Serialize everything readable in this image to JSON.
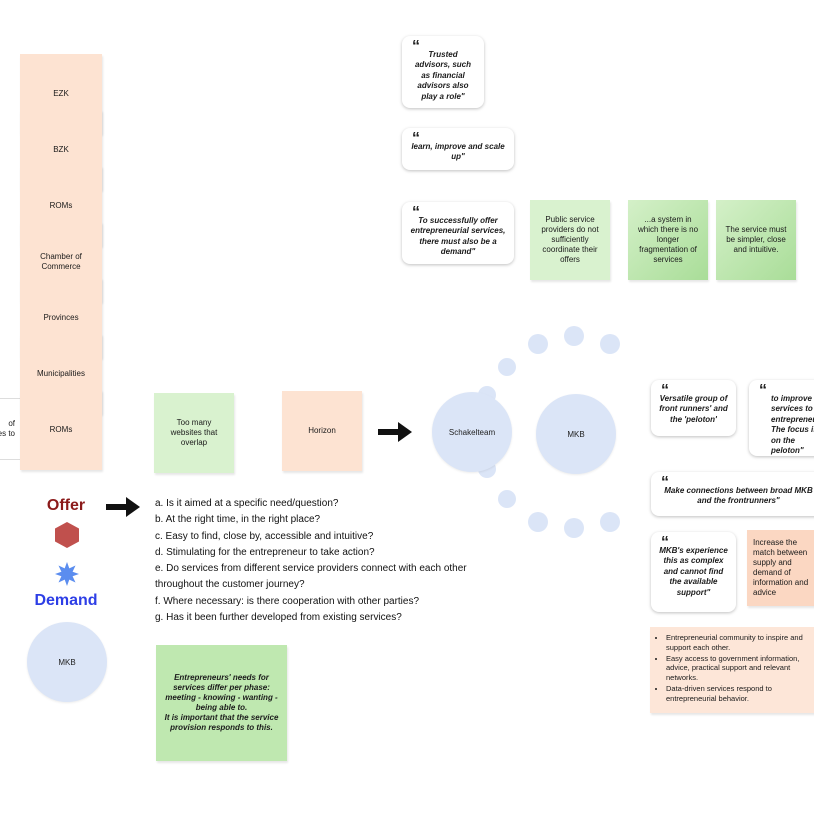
{
  "left_stack": [
    "EZK",
    "BZK",
    "ROMs",
    "Chamber of Commerce",
    "Provinces",
    "Municipalities",
    "ROMs"
  ],
  "edge_card_text": "of\nes to",
  "quotes_top": [
    "Trusted advisors, such as financial advisors also play a role\"",
    "learn, improve and scale up\"",
    "To successfully offer entrepreneurial services, there must also be a demand\""
  ],
  "green_notes": [
    "Public service providers do not sufficiently coordinate their offers",
    "...a system in which there is no longer fragmentation of services",
    "The service must be simpler, close and intuitive."
  ],
  "flow": {
    "note_too_many": "Too many websites that overlap",
    "note_horizon": "Horizon",
    "circle_schakelteam": "Schakelteam",
    "circle_mkb": "MKB"
  },
  "legend": {
    "offer": "Offer",
    "demand": "Demand",
    "circle_mkb": "MKB",
    "offer_color": "#c0504d",
    "demand_color": "#5b8def"
  },
  "questions": [
    "a. Is it aimed at a specific need/question?",
    "b. At the right time, in the right place?",
    "c. Easy to find, close by, accessible and intuitive?",
    "d. Stimulating for the entrepreneur to take action?",
    "e. Do services from different service providers connect with each other",
    "throughout the customer journey?",
    "f. Where necessary: is there cooperation with other parties?",
    "g. Has it been further developed from existing services?"
  ],
  "needs_note": "Entrepreneurs' needs for services differ per phase: meeting - knowing - wanting - being able to.\nIt is important that the service provision responds to this.",
  "right_quotes": {
    "versatile": "Versatile group of front runners' and the 'peloton'",
    "improve": "to improve services to entrepreneurs. The focus is on the peloton\"",
    "connections": "Make connections between broad MKB and the frontrunners\"",
    "experience": "MKB's experience this as complex and cannot find the available support\""
  },
  "increase_note": "Increase the match between supply and demand of information and advice",
  "bullets": [
    "Entrepreneurial community to inspire and support each other.",
    "Easy access to government information, advice, practical support and relevant networks.",
    "Data-driven services respond to entrepreneurial behavior."
  ]
}
